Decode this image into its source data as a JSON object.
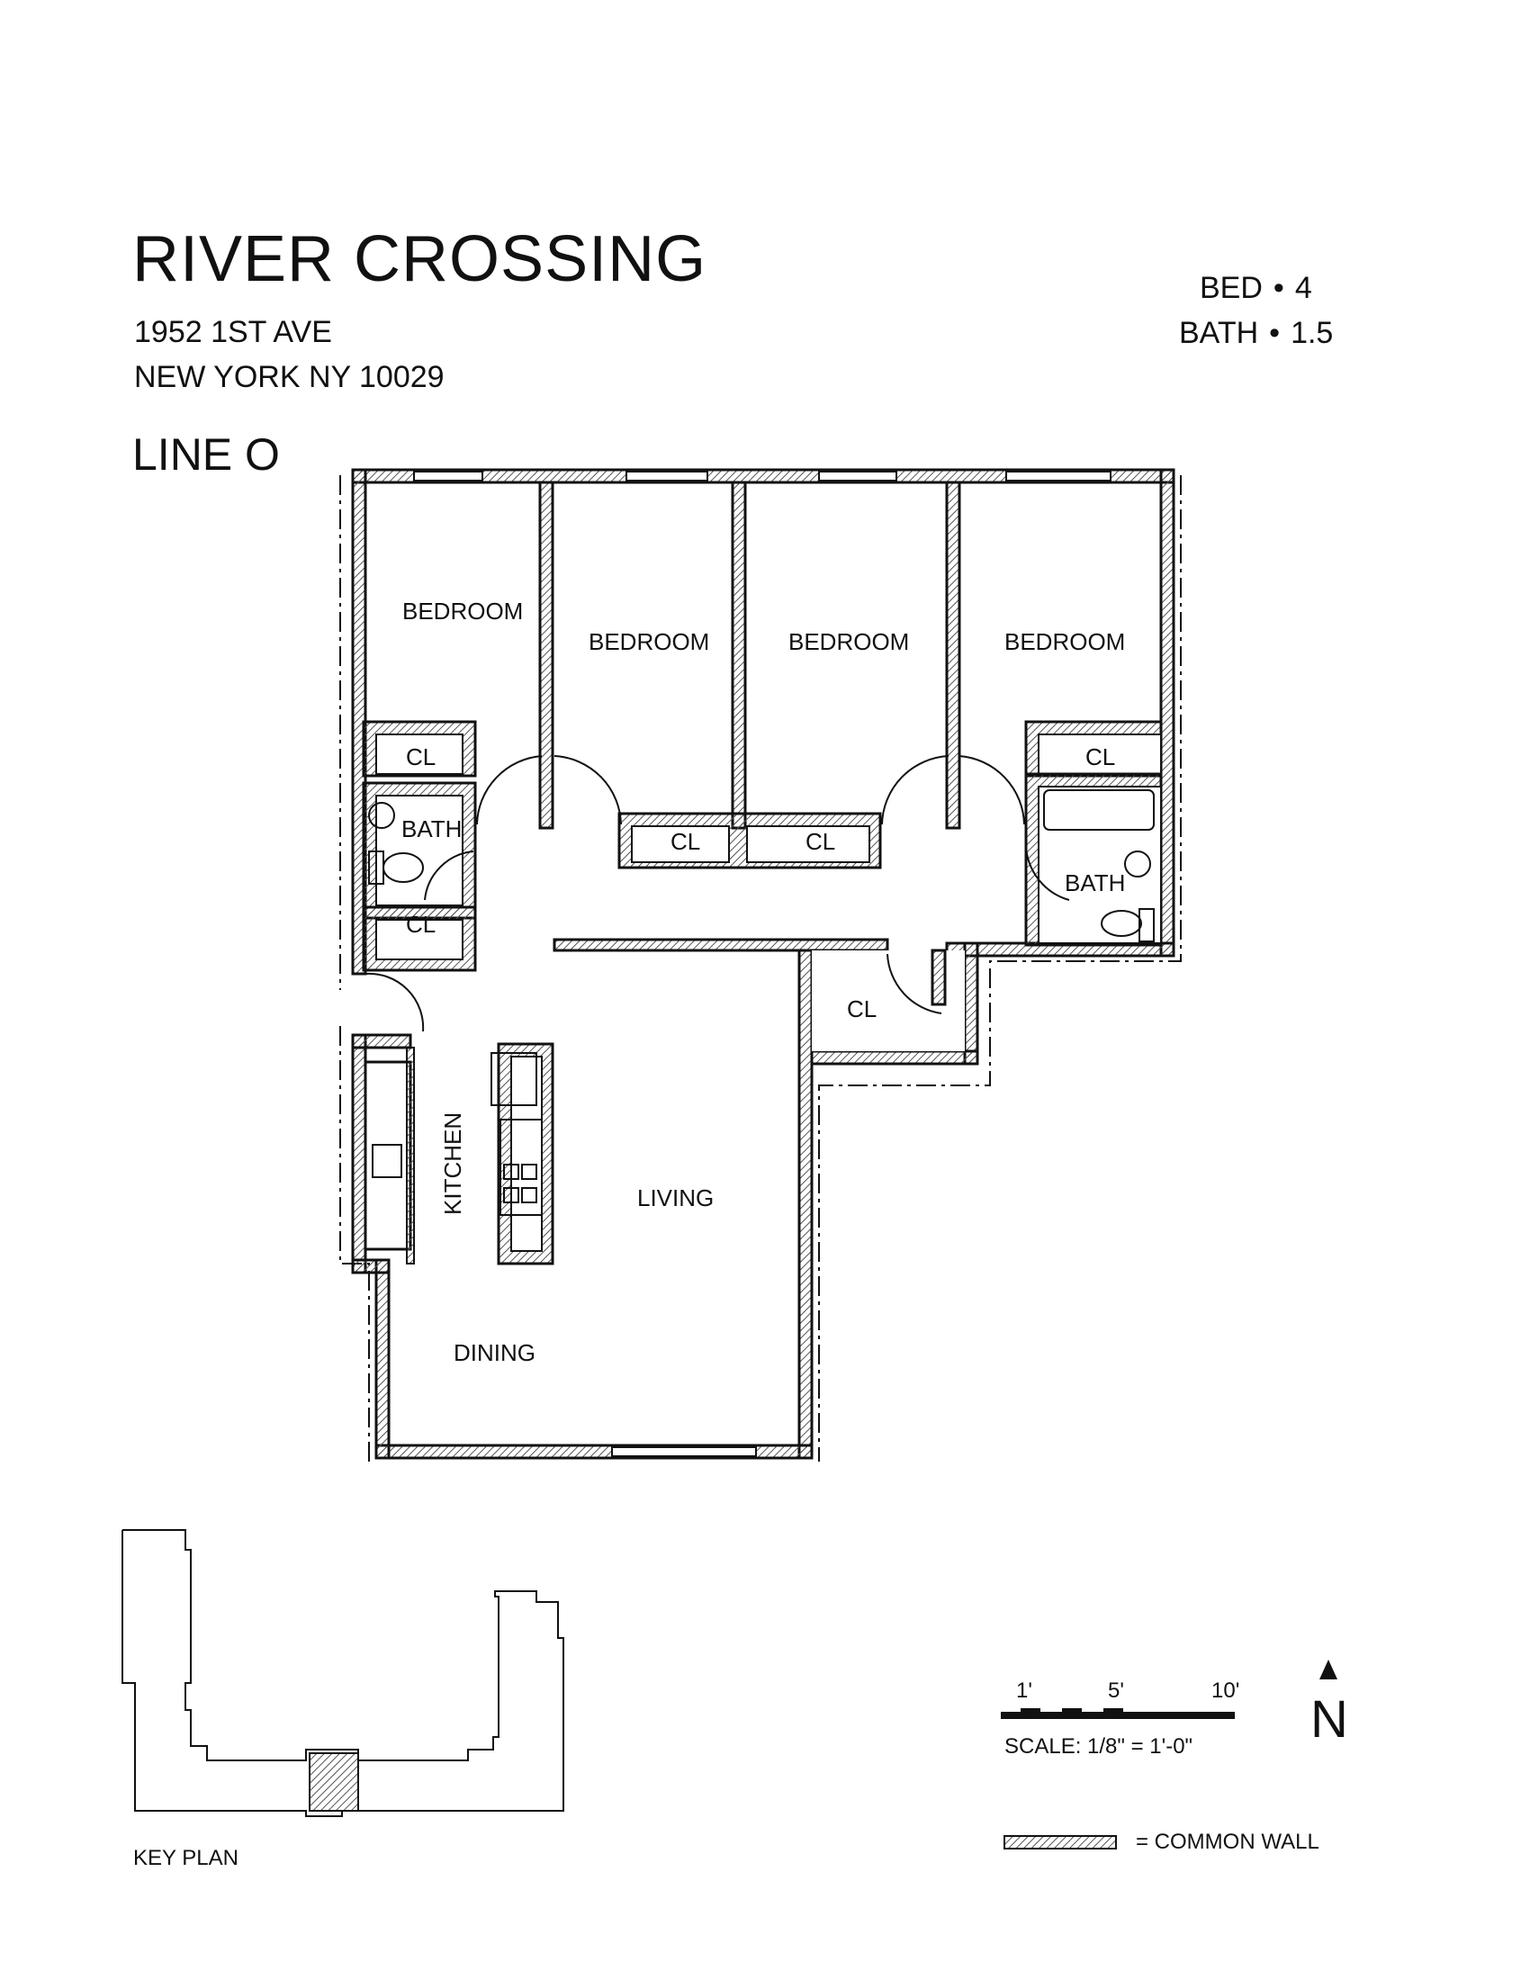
{
  "building": {
    "name": "RIVER CROSSING",
    "address_line1": "1952 1ST AVE",
    "address_line2": "NEW YORK NY 10029",
    "unit_line": "LINE O"
  },
  "unit_stats": {
    "bed_label": "BED",
    "bed_value": "4",
    "bath_label": "BATH",
    "bath_value": "1.5",
    "separator": "•"
  },
  "rooms": {
    "bedroom_1": "BEDROOM",
    "bedroom_2": "BEDROOM",
    "bedroom_3": "BEDROOM",
    "bedroom_4": "BEDROOM",
    "closet_1": "CL",
    "closet_2": "CL",
    "closet_3": "CL",
    "closet_4": "CL",
    "closet_5": "CL",
    "closet_6": "CL",
    "bath_1": "BATH",
    "bath_2": "BATH",
    "kitchen": "KITCHEN",
    "living": "LIVING",
    "dining": "DINING"
  },
  "key_plan": {
    "label": "KEY PLAN"
  },
  "scale": {
    "tick_1": "1'",
    "tick_5": "5'",
    "tick_10": "10'",
    "text": "SCALE: 1/8\" = 1'-0\""
  },
  "north": {
    "label": "N"
  },
  "legend": {
    "common_wall": "= COMMON WALL"
  }
}
